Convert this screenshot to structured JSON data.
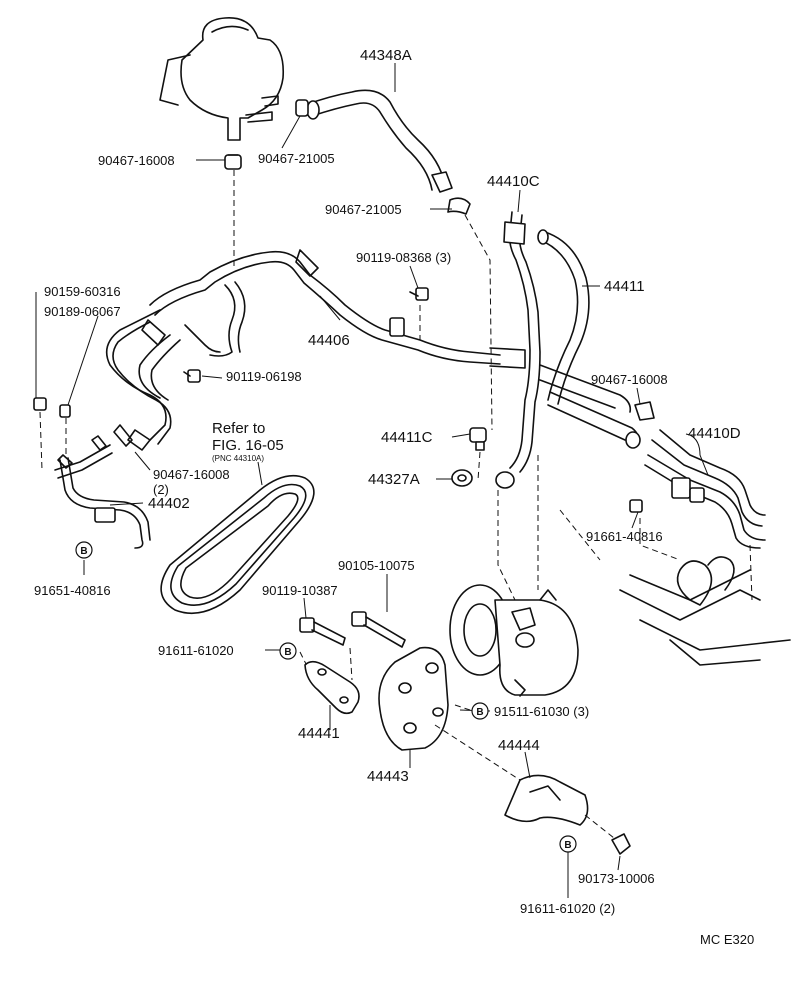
{
  "callouts": {
    "hose_return": "44348A",
    "clamp_reservoir": "90467-16008",
    "clamp_return": "90467-21005",
    "clamp_return_2": "90467-21005",
    "tube_pressure": "44410C",
    "bolt_upper": "90119-08368 (3)",
    "hose_pressure": "44411",
    "screw_left_a": "90159-60316",
    "screw_left_b": "90189-06067",
    "tube_return": "44406",
    "bolt_mid": "90119-06198",
    "clamp_right": "90467-16008",
    "union_bolt": "44411C",
    "tube_gear": "44410D",
    "gasket": "44327A",
    "clamp_lower_left": "90467-16008",
    "clamp_lower_left_qty": "(2)",
    "tube_lower_left": "44402",
    "bolt_right": "91661-40816",
    "bolt_lower_left": "91651-40816",
    "bolt_bracket_long": "90105-10075",
    "bolt_bracket": "90119-10387",
    "bolt_bracket_front": "91611-61020",
    "bracket_left": "44441",
    "bolt_bracket_right": "91511-61030 (3)",
    "bracket_pump": "44443",
    "cover": "44444",
    "nut": "90173-10006",
    "bolt_cover": "91611-61020 (2)"
  },
  "reference": {
    "line1": "Refer to",
    "line2": "FIG. 16-05",
    "line3": "(PNC 44310A)"
  },
  "b_marker": "B",
  "footer_code": "MC E320"
}
